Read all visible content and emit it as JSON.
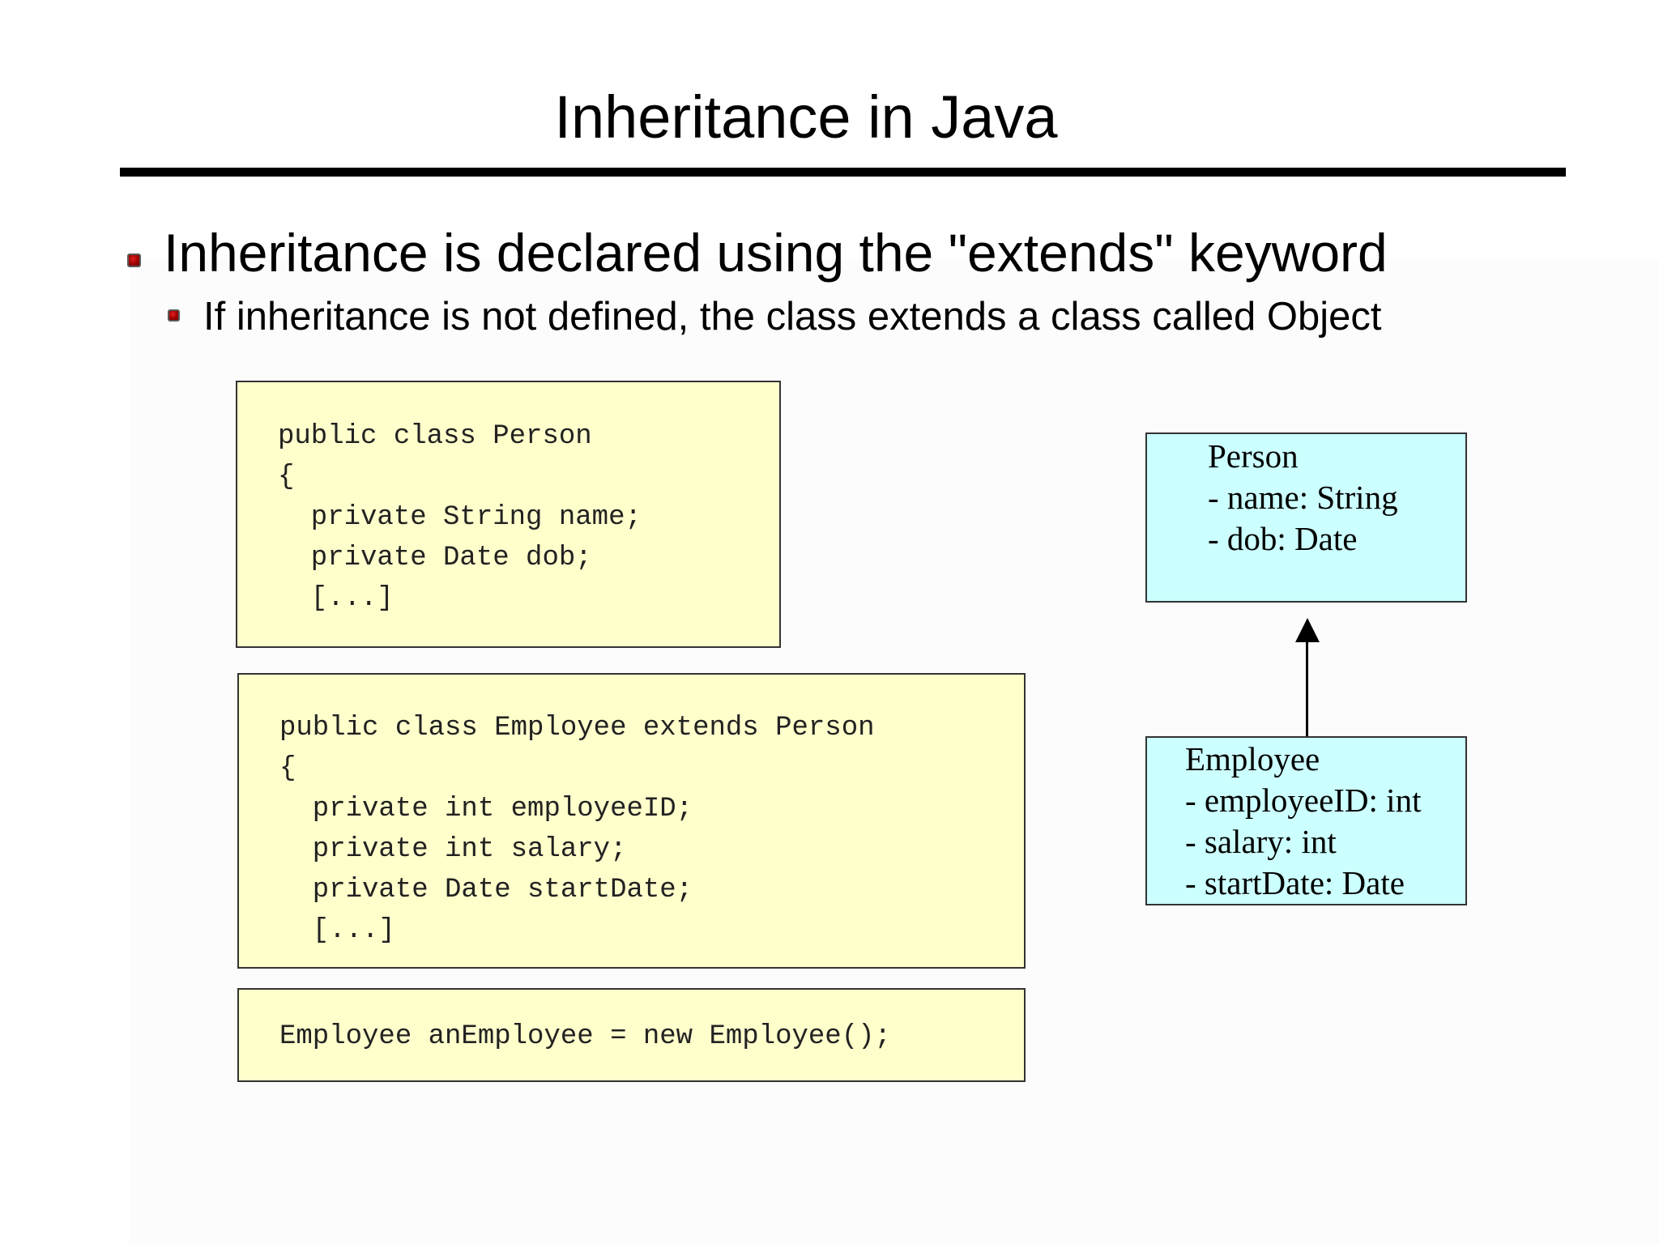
{
  "slide": {
    "title": "Inheritance in Java",
    "bullet1": "Inheritance is declared using the \"extends\" keyword",
    "bullet2": "If inheritance is not defined, the class extends a class called Object"
  },
  "code": {
    "person": "public class Person\n{\n  private String name;\n  private Date dob;\n  [...]",
    "employee": "public class Employee extends Person\n{\n  private int employeeID;\n  private int salary;\n  private Date startDate;\n  [...]",
    "instantiation": "Employee anEmployee = new Employee();"
  },
  "uml": {
    "person": "Person\n- name: String\n- dob: Date",
    "employee": "Employee\n- employeeID: int\n- salary: int\n- startDate: Date"
  },
  "colors": {
    "code_bg": "#ffffcc",
    "uml_bg": "#ccffff",
    "bullet": "#b00000"
  }
}
